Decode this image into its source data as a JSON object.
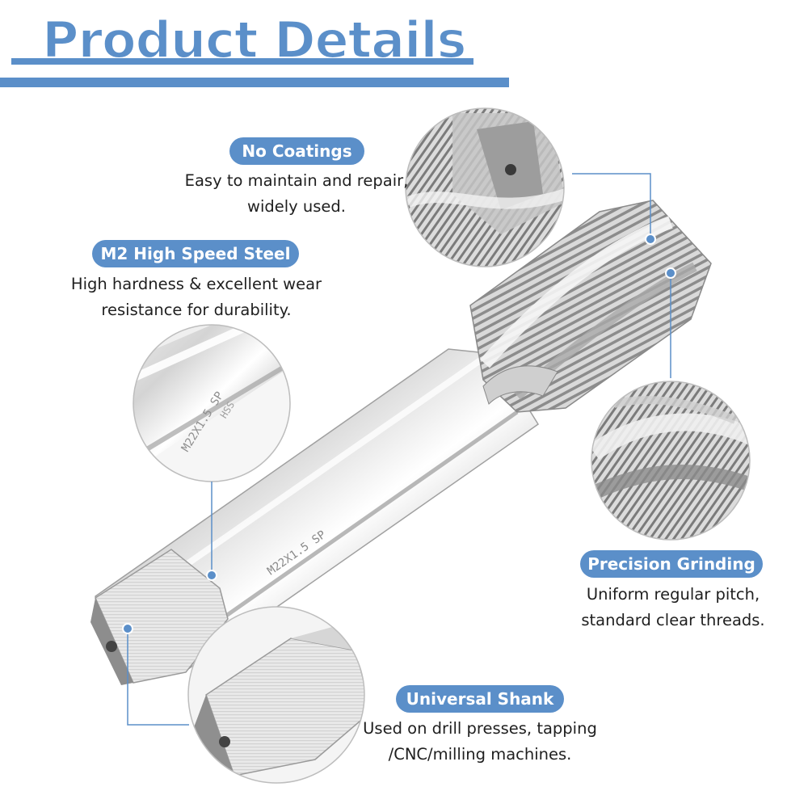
{
  "header": {
    "title": "Product Details"
  },
  "features": [
    {
      "badge": "No Coatings",
      "lines": [
        "Easy to maintain and repair,",
        "widely used."
      ]
    },
    {
      "badge": "M2 High Speed Steel",
      "lines": [
        "High hardness & excellent wear",
        "resistance for durability."
      ]
    },
    {
      "badge": "Precision Grinding",
      "lines": [
        "Uniform regular pitch,",
        "standard clear threads."
      ]
    },
    {
      "badge": "Universal Shank",
      "lines": [
        "Used on drill presses, tapping",
        "/CNC/milling machines."
      ]
    }
  ],
  "engravings": {
    "shank": "M22X1.5 SP",
    "shank_closeup": "M22X1.5 SP",
    "material": "HSS"
  },
  "colors": {
    "accent": "#5b8fc9",
    "title_fill": "#5b8fc9",
    "title_outline": "#ffffff",
    "steel_light": "#f2f2f2",
    "steel_dark": "#8a8a8a"
  }
}
